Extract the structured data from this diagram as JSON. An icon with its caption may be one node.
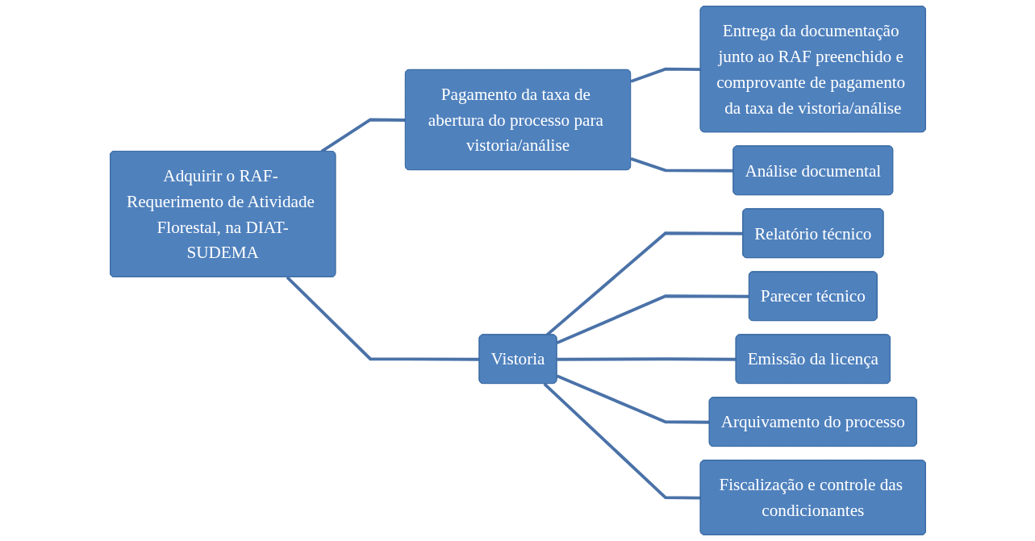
{
  "diagram": {
    "nodes": [
      {
        "text": [
          "Adquirir o RAF- Requerimento de Atividade Florestal, na DIAT-SUDEMA"
        ]
      },
      {
        "text": [
          "Pagamento da taxa de abertura do processo para vistoria/análise"
        ]
      },
      {
        "text": [
          "Entrega da documentação junto ao RAF preenchido e comprovante de pagamento da taxa de vistoria/análise"
        ]
      },
      {
        "text": [
          "Análise documental"
        ]
      },
      {
        "text": [
          "Vistoria"
        ]
      },
      {
        "text": [
          "Relatório técnico"
        ]
      },
      {
        "text": [
          "Parecer técnico"
        ]
      },
      {
        "text": [
          "Emissão da licença"
        ]
      },
      {
        "text": [
          "Arquivamento do processo"
        ]
      },
      {
        "text": [
          "Fiscalização e controle das condicionantes"
        ]
      }
    ],
    "edges": [
      {
        "from": 0,
        "to": 1,
        "arrow": "none"
      },
      {
        "from": 0,
        "to": 4,
        "arrow": "none"
      },
      {
        "from": 1,
        "to": 2,
        "arrow": "none"
      },
      {
        "from": 1,
        "to": 3,
        "arrow": "none"
      },
      {
        "from": 4,
        "to": 5,
        "arrow": "none"
      },
      {
        "from": 4,
        "to": 6,
        "arrow": "none"
      },
      {
        "from": 4,
        "to": 7,
        "arrow": "none"
      },
      {
        "from": 4,
        "to": 8,
        "arrow": "none"
      },
      {
        "from": 4,
        "to": 9,
        "arrow": "none"
      }
    ]
  }
}
